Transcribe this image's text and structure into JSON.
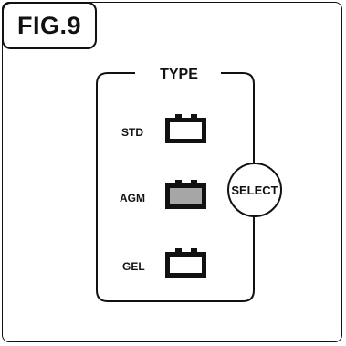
{
  "figure": {
    "badge_label": "FIG.9"
  },
  "selector": {
    "group_title": "TYPE",
    "select_button_label": "SELECT",
    "options": [
      {
        "label": "STD",
        "icon": "battery-icon",
        "state": "off"
      },
      {
        "label": "AGM",
        "icon": "battery-icon",
        "state": "on"
      },
      {
        "label": "GEL",
        "icon": "battery-icon",
        "state": "off"
      }
    ]
  },
  "colors": {
    "ink": "#111111",
    "background": "#ffffff",
    "active_indicator_fill": "#a6a6a6"
  }
}
